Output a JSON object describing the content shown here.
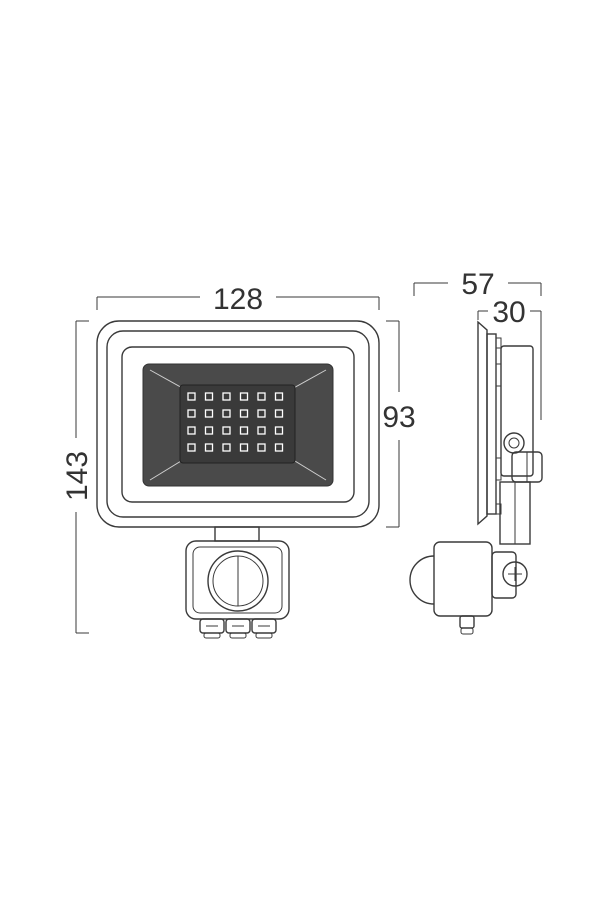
{
  "dimensions": {
    "width": "128",
    "height": "143",
    "body_height": "93",
    "depth": "57",
    "body_depth": "30"
  },
  "colors": {
    "line": "#3a3a3a",
    "panel": "#4a4a4a",
    "background": "#ffffff"
  }
}
